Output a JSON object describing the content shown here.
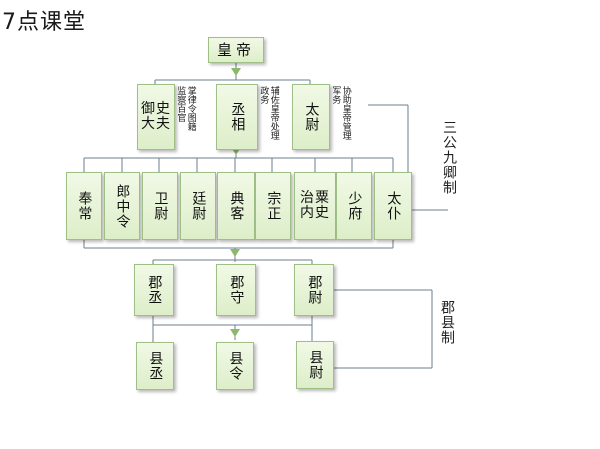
{
  "watermark": "7点课堂",
  "emperor": "皇帝",
  "top_officials": [
    {
      "name": "御史大夫",
      "note": "掌律令图籍 监察百官"
    },
    {
      "name": "丞相",
      "note": "辅佐皇帝处理 政务"
    },
    {
      "name": "太尉",
      "note": "协助皇帝管理 军务"
    }
  ],
  "nine_ministers": [
    "奉常",
    "郎中令",
    "卫尉",
    "廷尉",
    "典客",
    "宗正",
    "治粟内史",
    "少府",
    "太仆"
  ],
  "commandery_officials": [
    "郡丞",
    "郡守",
    "郡尉"
  ],
  "county_officials": [
    "县丞",
    "县令",
    "县尉"
  ],
  "labels": {
    "sangong_jiuqing": "三公九卿制",
    "junxian": "郡县制"
  },
  "colors": {
    "box_fill": "#e6f3d6",
    "box_border": "#9fbf86",
    "line": "#6b7f8f",
    "arrow": "#8bb86a"
  }
}
